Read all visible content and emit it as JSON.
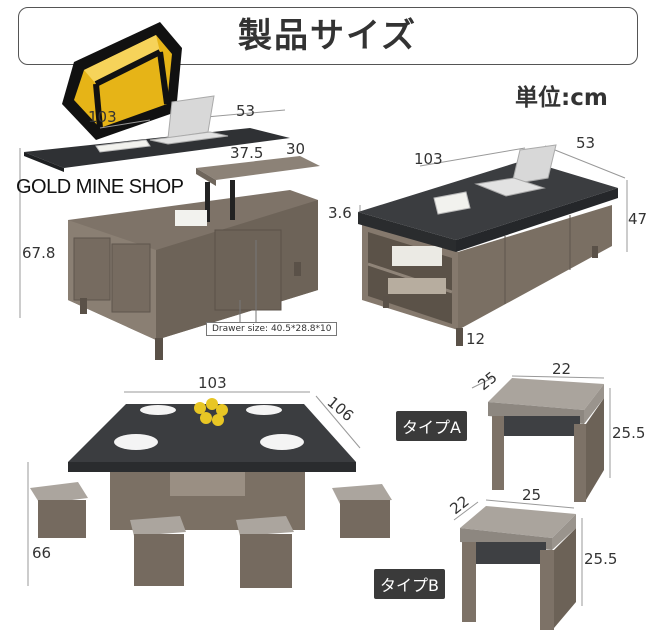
{
  "header": {
    "title": "製品サイズ",
    "unit": "単位:cm"
  },
  "brand": {
    "watermark_text": "GOLD MINE SHOP"
  },
  "table_lift": {
    "dims": {
      "width": "103",
      "depth": "53",
      "height": "67.8",
      "lift_top_w": "37.5",
      "lift_top_d": "30"
    },
    "drawer_note": "Drawer size: 40.5*28.8*10"
  },
  "table_closed": {
    "dims": {
      "width": "103",
      "depth": "53",
      "height": "47",
      "top_thickness": "3.6",
      "leg": "12"
    }
  },
  "table_extended": {
    "dims": {
      "width": "103",
      "depth": "106",
      "height": "66"
    }
  },
  "stool_a": {
    "label": "タイプA",
    "dims": {
      "depth": "25",
      "width": "22",
      "height": "25.5"
    }
  },
  "stool_b": {
    "label": "タイプB",
    "dims": {
      "depth": "22",
      "width": "25",
      "height": "25.5"
    }
  },
  "colors": {
    "logo_gold": "#e6b417",
    "logo_outline": "#111111",
    "tabletop": "#3b3d40",
    "wood": "#7e7368",
    "stool_seat": "#a9a49d"
  }
}
